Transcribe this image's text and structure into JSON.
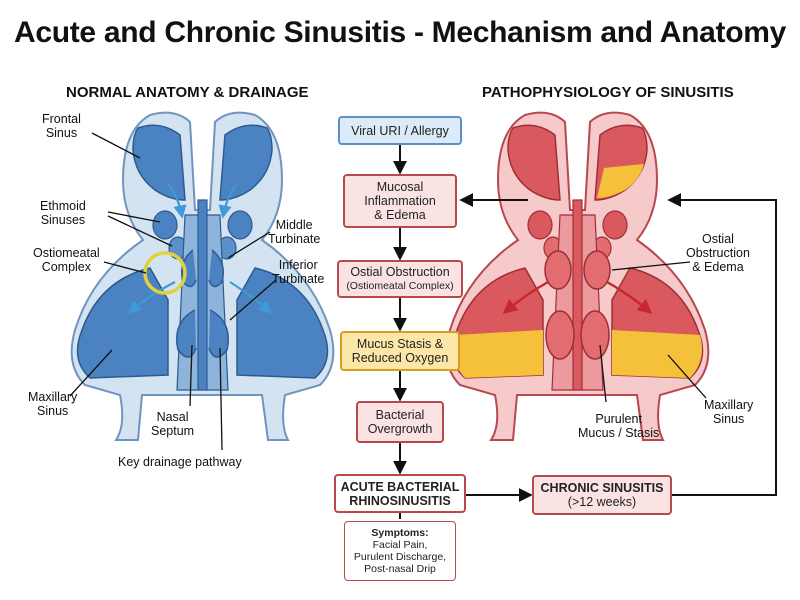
{
  "title": "Acute and Chronic Sinusitis - Mechanism and Anatomy",
  "left_panel": {
    "heading": "NORMAL ANATOMY & DRAINAGE",
    "labels": {
      "frontal": [
        "Frontal",
        "Sinus"
      ],
      "ethmoid": [
        "Ethmoid",
        "Sinuses"
      ],
      "ostiomeatal": [
        "Ostiomeatal",
        "Complex"
      ],
      "middle_turbinate": [
        "Middle",
        "Turbinate"
      ],
      "inferior_turbinate": [
        "Inferior",
        "Turbinate"
      ],
      "maxillary": [
        "Maxillary",
        "Sinus"
      ],
      "septum": [
        "Nasal",
        "Septum"
      ],
      "drainage": "Key drainage pathway"
    }
  },
  "right_panel": {
    "heading": "PATHOPHYSIOLOGY OF SINUSITIS",
    "labels": {
      "ostial": [
        "Ostial",
        "Obstruction",
        "& Edema"
      ],
      "purulent": [
        "Purulent",
        "Mucus / Stasis"
      ],
      "maxillary": [
        "Maxillary",
        "Sinus"
      ]
    }
  },
  "flow": {
    "uri": "Viral URI / Allergy",
    "inflammation": [
      "Mucosal",
      "Inflammation",
      "& Edema"
    ],
    "obstruction": [
      "Ostial Obstruction",
      "(Ostiomeatal Complex)"
    ],
    "stasis": [
      "Mucus Stasis &",
      "Reduced Oxygen"
    ],
    "overgrowth": [
      "Bacterial",
      "Overgrowth"
    ],
    "acute": [
      "ACUTE BACTERIAL",
      "RHINOSINUSITIS"
    ],
    "chronic": [
      "CHRONIC SINUSITIS",
      "(>12 weeks)"
    ],
    "symptoms": [
      "Symptoms:",
      "Facial Pain,",
      "Purulent Discharge,",
      "Post-nasal Drip"
    ]
  },
  "colors": {
    "normal_fill": "#4b83c2",
    "normal_outline": "#2d5a8f",
    "inflamed_fill": "#d9595f",
    "inflamed_outline": "#9e2f35",
    "pus": "#f6c13a",
    "box_border": "#b84a4a",
    "box_fill": "#fbe3e3"
  }
}
